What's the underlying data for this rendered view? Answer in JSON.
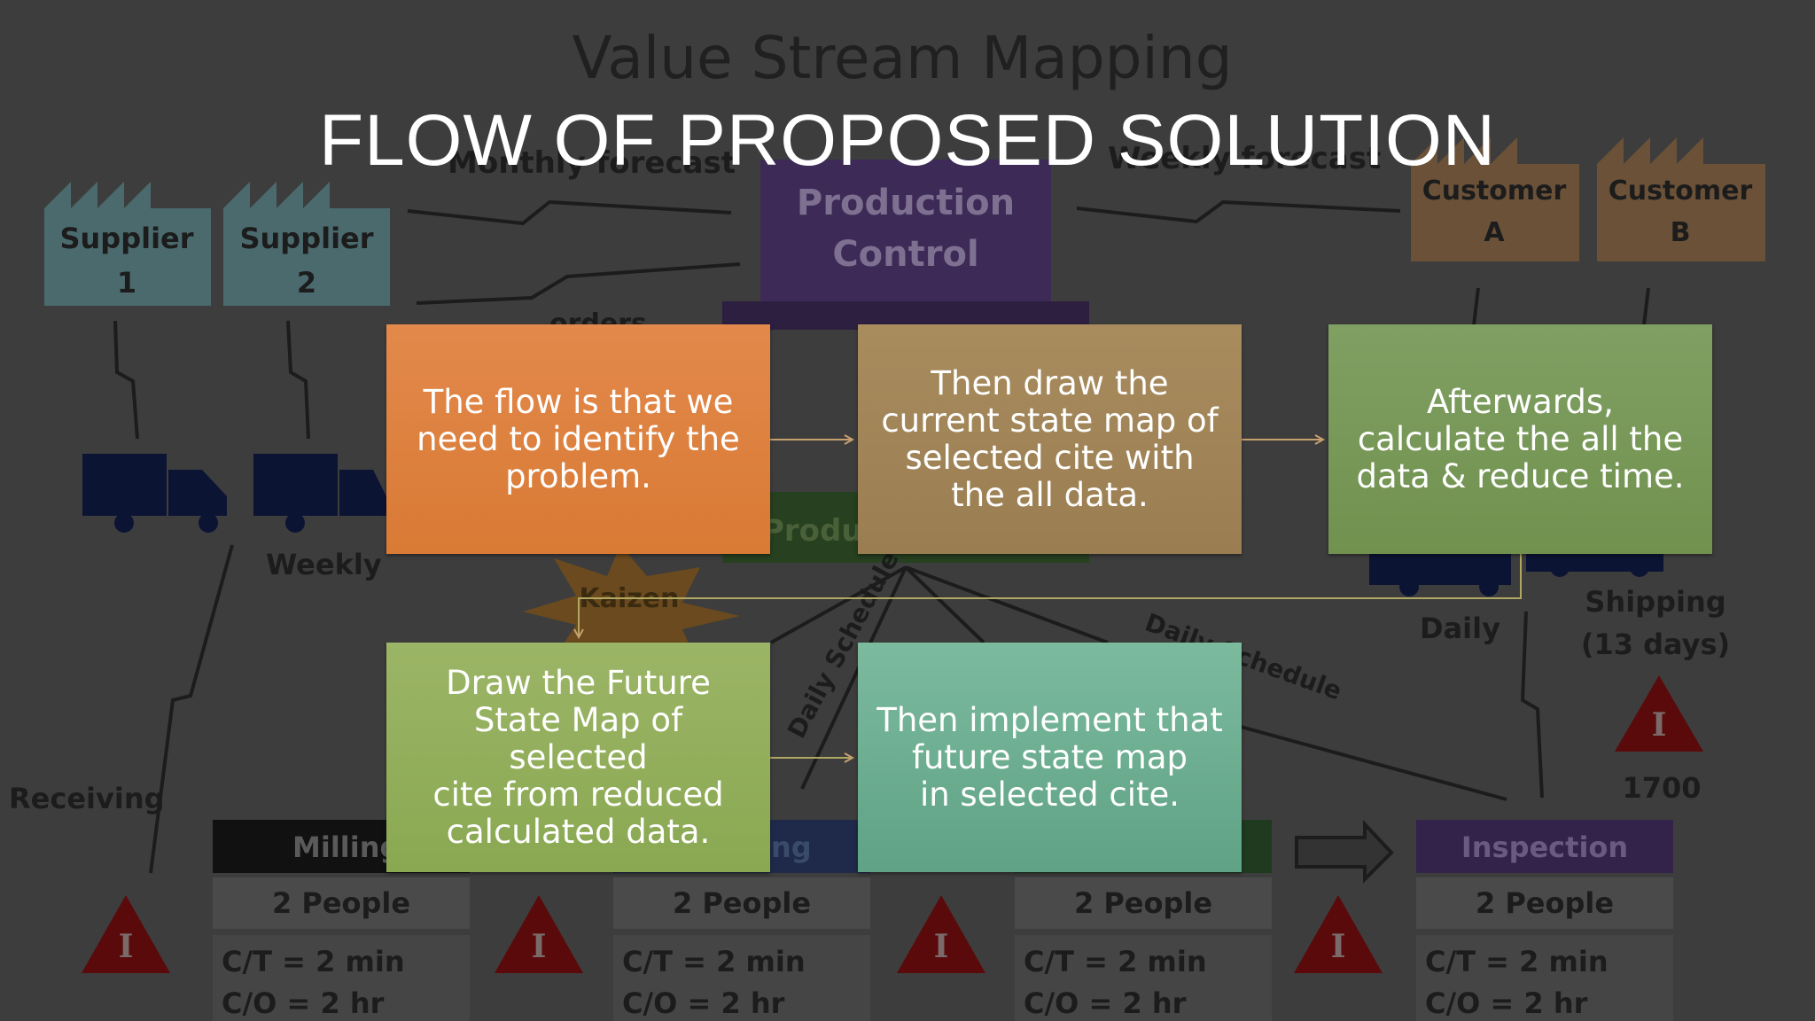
{
  "slide": {
    "title": "FLOW OF PROPOSED SOLUTION"
  },
  "background_map": {
    "title": "Value Stream Mapping",
    "monthly_forecast": "Monthly forecast",
    "weekly_forecast": "Weekly forecast",
    "orders": "orders",
    "production_control": [
      "Production",
      "Control"
    ],
    "production_box": "Production",
    "kaizen": "Kaizen",
    "suppliers": [
      {
        "name": "Supplier",
        "number": "1"
      },
      {
        "name": "Supplier",
        "number": "2"
      }
    ],
    "customers": [
      {
        "name": "Customer",
        "letter": "A"
      },
      {
        "name": "Customer",
        "letter": "B"
      }
    ],
    "weekly": "Weekly",
    "daily": "Daily",
    "shipping": [
      "Shipping",
      "(13 days)"
    ],
    "inventory_count": "1700",
    "receiving": "Receiving",
    "daily_schedule": "Daily Schedule",
    "daily_schedule_right": "Daily Schedule",
    "processes": [
      {
        "name": "Milling",
        "people": "2 People",
        "ct": "C/T = 2 min",
        "co": "C/O = 2 hr"
      },
      {
        "name": "ng",
        "people": "2 People",
        "ct": "C/T = 2 min",
        "co": "C/O = 2 hr"
      },
      {
        "name": "",
        "people": "2 People",
        "ct": "C/T = 2 min",
        "co": "C/O = 2 hr"
      },
      {
        "name": "Inspection",
        "people": "2 People",
        "ct": "C/T = 2 min",
        "co": "C/O = 2 hr"
      }
    ],
    "inventory_mark": "I"
  },
  "steps": [
    {
      "id": "step1",
      "text": "The flow is that we\nneed to identify the\nproblem."
    },
    {
      "id": "step2",
      "text": "Then draw the\ncurrent state map of\nselected cite with\nthe all data."
    },
    {
      "id": "step3",
      "text": "Afterwards,\ncalculate the all the\ndata & reduce time."
    },
    {
      "id": "step4",
      "text": "Draw the Future\nState Map of\nselected\ncite from reduced\ncalculated data."
    },
    {
      "id": "step5",
      "text": "Then implement that\nfuture state map\nin selected cite."
    }
  ],
  "colors": {
    "step1": "#dd8140",
    "step2": "#a28658",
    "step3": "#789858",
    "step4": "#93af5c",
    "step5": "#6dae92",
    "connector": "#c8a070"
  }
}
